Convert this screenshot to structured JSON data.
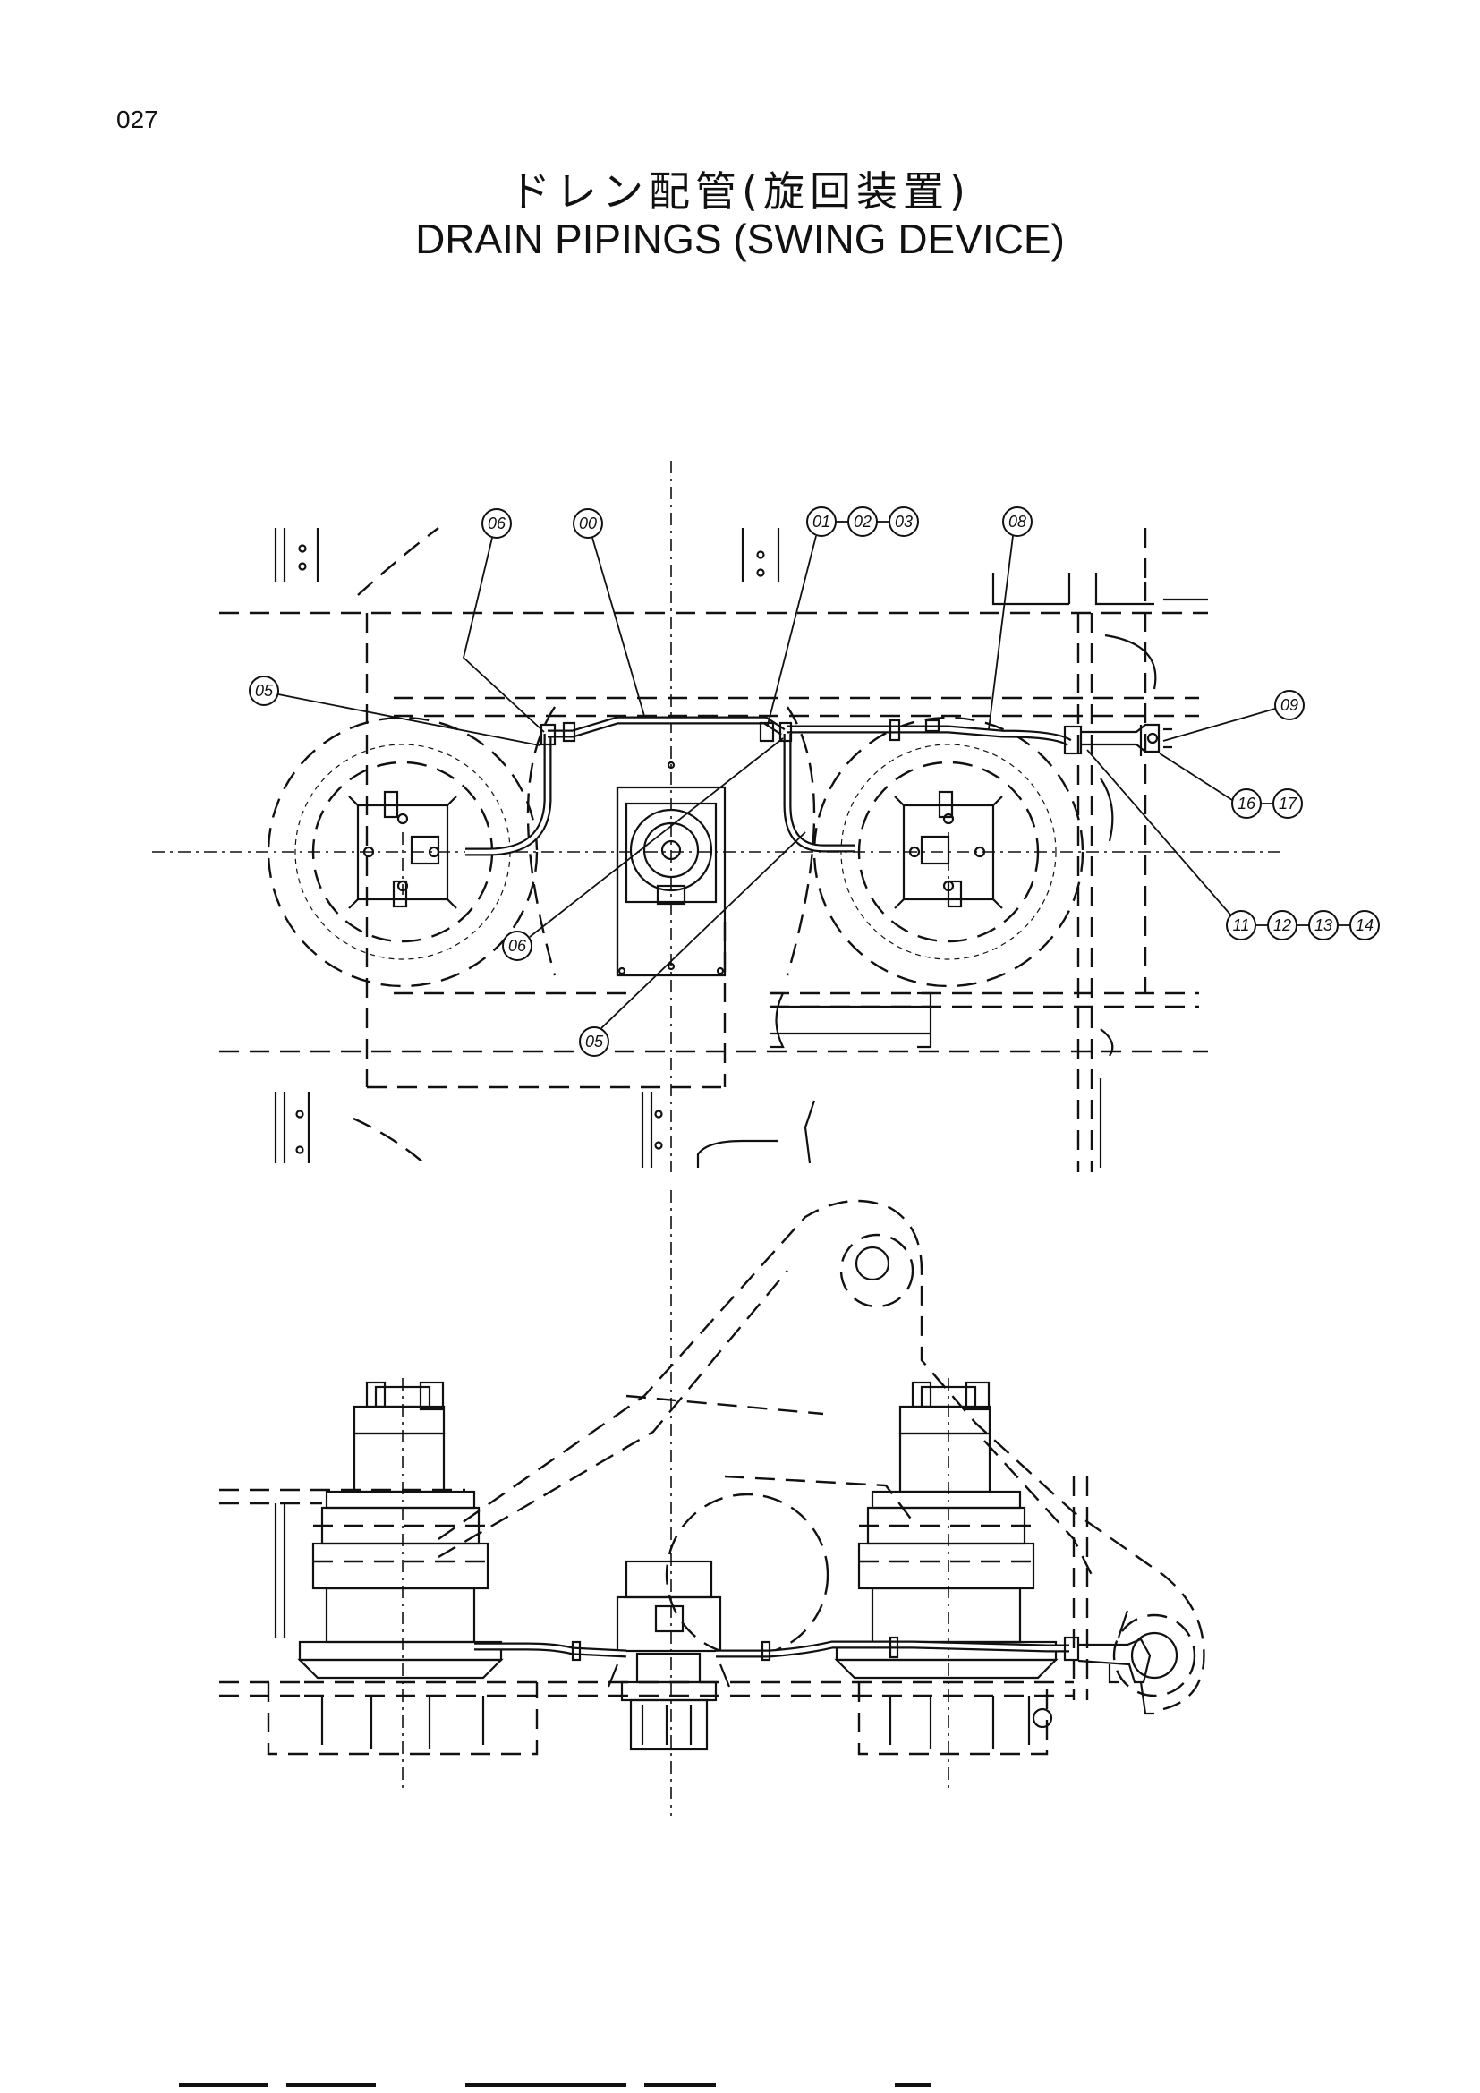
{
  "page": {
    "number": "027"
  },
  "title": {
    "jp": "ドレン配管(旋回装置)",
    "en": "DRAIN PIPINGS (SWING DEVICE)"
  },
  "callouts": {
    "c06_top": "06",
    "c00": "00",
    "c01": "01",
    "c02": "02",
    "c03": "03",
    "c08": "08",
    "c05_top": "05",
    "c09": "09",
    "c16": "16",
    "c17": "17",
    "c11": "11",
    "c12": "12",
    "c13": "13",
    "c14": "14",
    "c06_mid": "06",
    "c05_mid": "05"
  }
}
